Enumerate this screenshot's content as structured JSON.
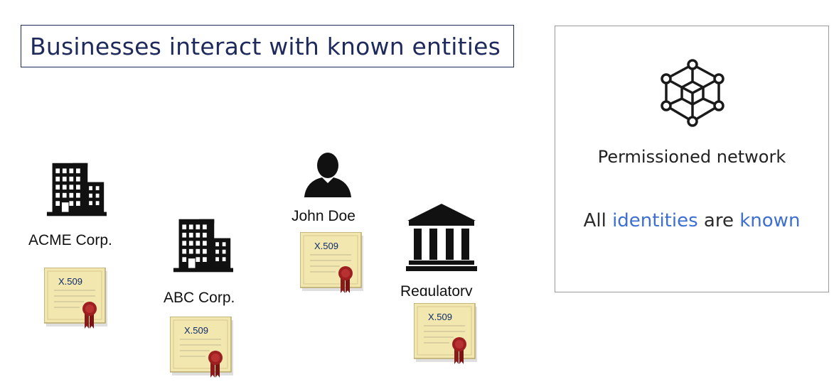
{
  "title": "Businesses interact with known entities",
  "entities": [
    {
      "name": "ACME Corp.",
      "icon": "office-building-icon",
      "certificate": "X.509"
    },
    {
      "name": "ABC Corp.",
      "icon": "office-building-icon",
      "certificate": "X.509"
    },
    {
      "name": "John Doe",
      "icon": "person-icon",
      "certificate": "X.509"
    },
    {
      "name": "Regulatory",
      "icon": "government-building-icon",
      "certificate": "X.509"
    }
  ],
  "panel": {
    "icon": "blockchain-network-icon",
    "title": "Permissioned network",
    "line_prefix": "All",
    "line_word1": "identities",
    "line_mid": "are",
    "line_word2": "known",
    "highlight_color": "#3d6fd1"
  }
}
